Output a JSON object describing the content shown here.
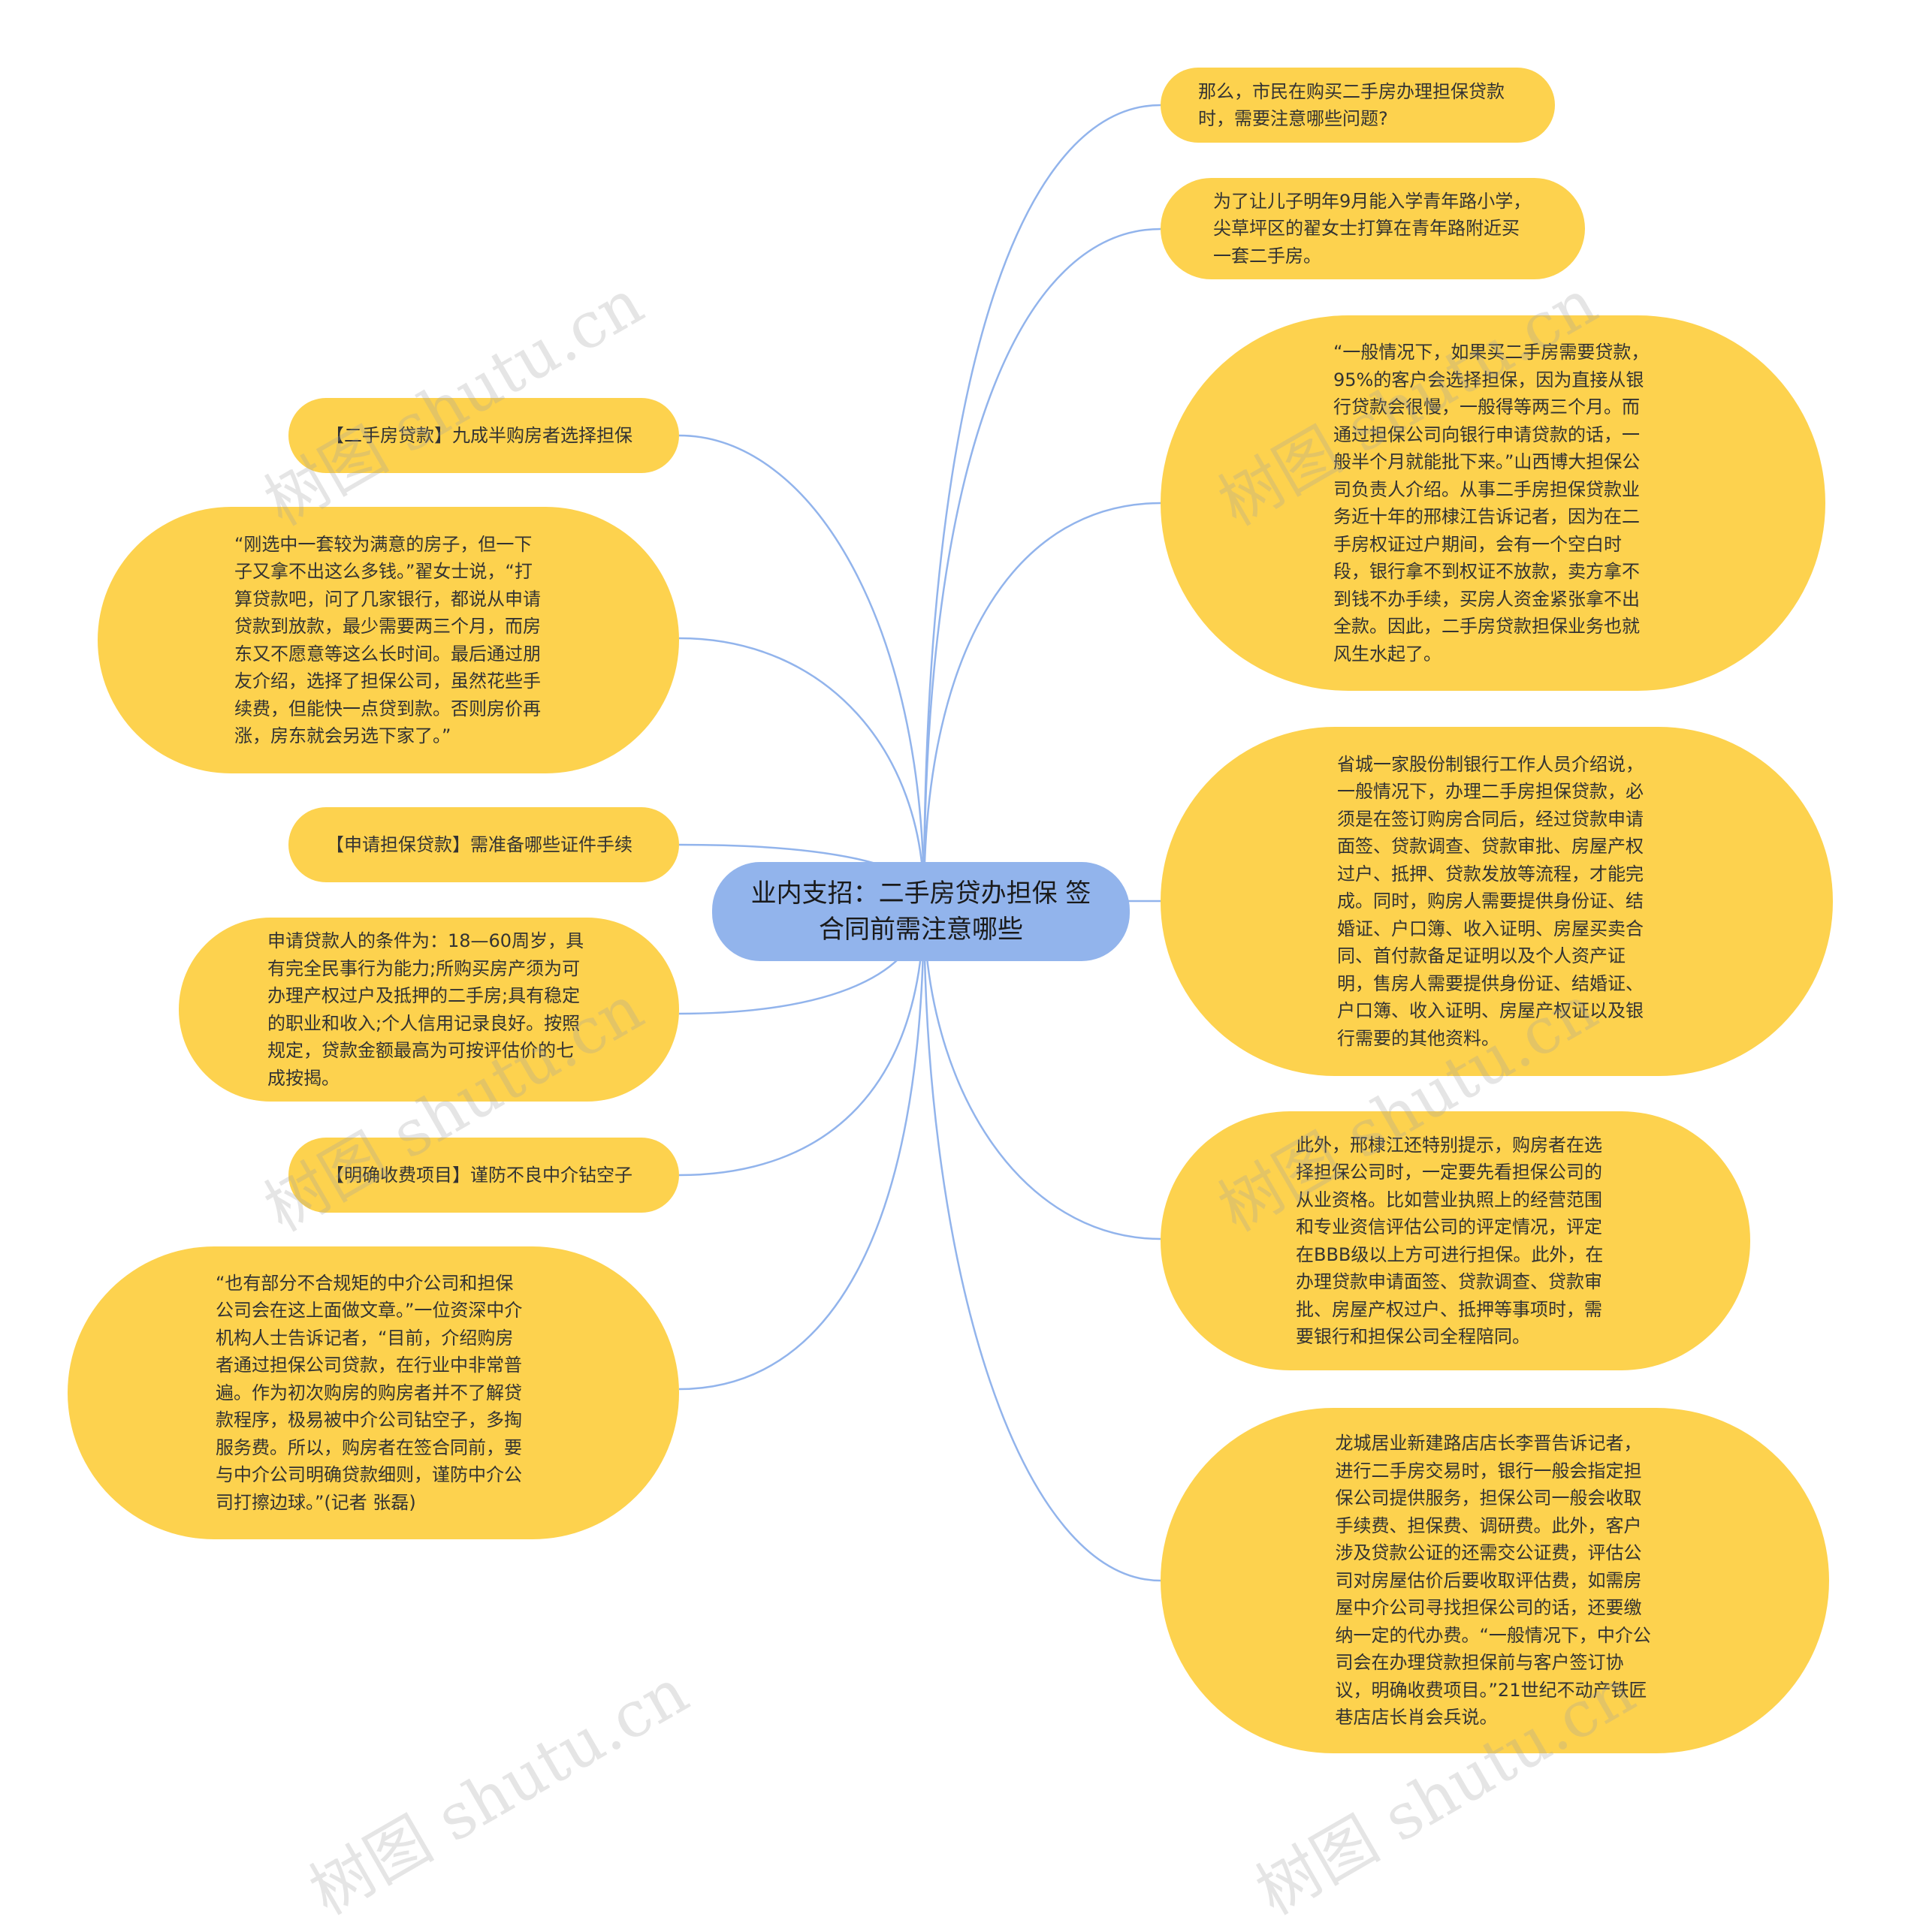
{
  "center": {
    "title": "业内支招：二手房贷办担保 签合同前需注意哪些"
  },
  "left_nodes": [
    {
      "text": "【二手房贷款】九成半购房者选择担保"
    },
    {
      "text": "“刚选中一套较为满意的房子，但一下子又拿不出这么多钱。”翟女士说，“打算贷款吧，问了几家银行，都说从申请贷款到放款，最少需要两三个月，而房东又不愿意等这么长时间。最后通过朋友介绍，选择了担保公司，虽然花些手续费，但能快一点贷到款。否则房价再涨，房东就会另选下家了。”"
    },
    {
      "text": "【申请担保贷款】需准备哪些证件手续"
    },
    {
      "text": "申请贷款人的条件为：18—60周岁，具有完全民事行为能力;所购买房产须为可办理产权过户及抵押的二手房;具有稳定的职业和收入;个人信用记录良好。按照规定，贷款金额最高为可按评估价的七成按揭。"
    },
    {
      "text": "【明确收费项目】谨防不良中介钻空子"
    },
    {
      "text": "“也有部分不合规矩的中介公司和担保公司会在这上面做文章。”一位资深中介机构人士告诉记者，“目前，介绍购房者通过担保公司贷款，在行业中非常普遍。作为初次购房的购房者并不了解贷款程序，极易被中介公司钻空子，多掏服务费。所以，购房者在签合同前，要与中介公司明确贷款细则，谨防中介公司打擦边球。”(记者 张磊)"
    }
  ],
  "right_nodes": [
    {
      "text": "那么，市民在购买二手房办理担保贷款时，需要注意哪些问题?"
    },
    {
      "text": "为了让儿子明年9月能入学青年路小学，尖草坪区的翟女士打算在青年路附近买一套二手房。"
    },
    {
      "text": "“一般情况下，如果买二手房需要贷款，95%的客户会选择担保，因为直接从银行贷款会很慢，一般得等两三个月。而通过担保公司向银行申请贷款的话，一般半个月就能批下来。”山西博大担保公司负责人介绍。从事二手房担保贷款业务近十年的邢棣江告诉记者，因为在二手房权证过户期间，会有一个空白时段，银行拿不到权证不放款，卖方拿不到钱不办手续，买房人资金紧张拿不出全款。因此，二手房贷款担保业务也就风生水起了。"
    },
    {
      "text": "省城一家股份制银行工作人员介绍说，一般情况下，办理二手房担保贷款，必须是在签订购房合同后，经过贷款申请面签、贷款调查、贷款审批、房屋产权过户、抵押、贷款发放等流程，才能完成。同时，购房人需要提供身份证、结婚证、户口簿、收入证明、房屋买卖合同、首付款备足证明以及个人资产证明，售房人需要提供身份证、结婚证、户口簿、收入证明、房屋产权证以及银行需要的其他资料。"
    },
    {
      "text": "此外，邢棣江还特别提示，购房者在选择担保公司时，一定要先看担保公司的从业资格。比如营业执照上的经营范围和专业资信评估公司的评定情况，评定在BBB级以上方可进行担保。此外，在办理贷款申请面签、贷款调查、贷款审批、房屋产权过户、抵押等事项时，需要银行和担保公司全程陪同。"
    },
    {
      "text": "龙城居业新建路店店长李晋告诉记者，进行二手房交易时，银行一般会指定担保公司提供服务，担保公司一般会收取手续费、担保费、调研费。此外，客户涉及贷款公证的还需交公证费，评估公司对房屋估价后要收取评估费，如需房屋中介公司寻找担保公司的话，还要缴纳一定的代办费。“一般情况下，中介公司会在办理贷款担保前与客户签订协议，明确收费项目。”21世纪不动产铁匠巷店店长肖会兵说。"
    }
  ],
  "watermark": {
    "text": "树图 shutu.cn"
  },
  "colors": {
    "node_fill": "#fdd24e",
    "center_fill": "#92b4ec",
    "link": "#92b4ec",
    "text": "#333333"
  }
}
